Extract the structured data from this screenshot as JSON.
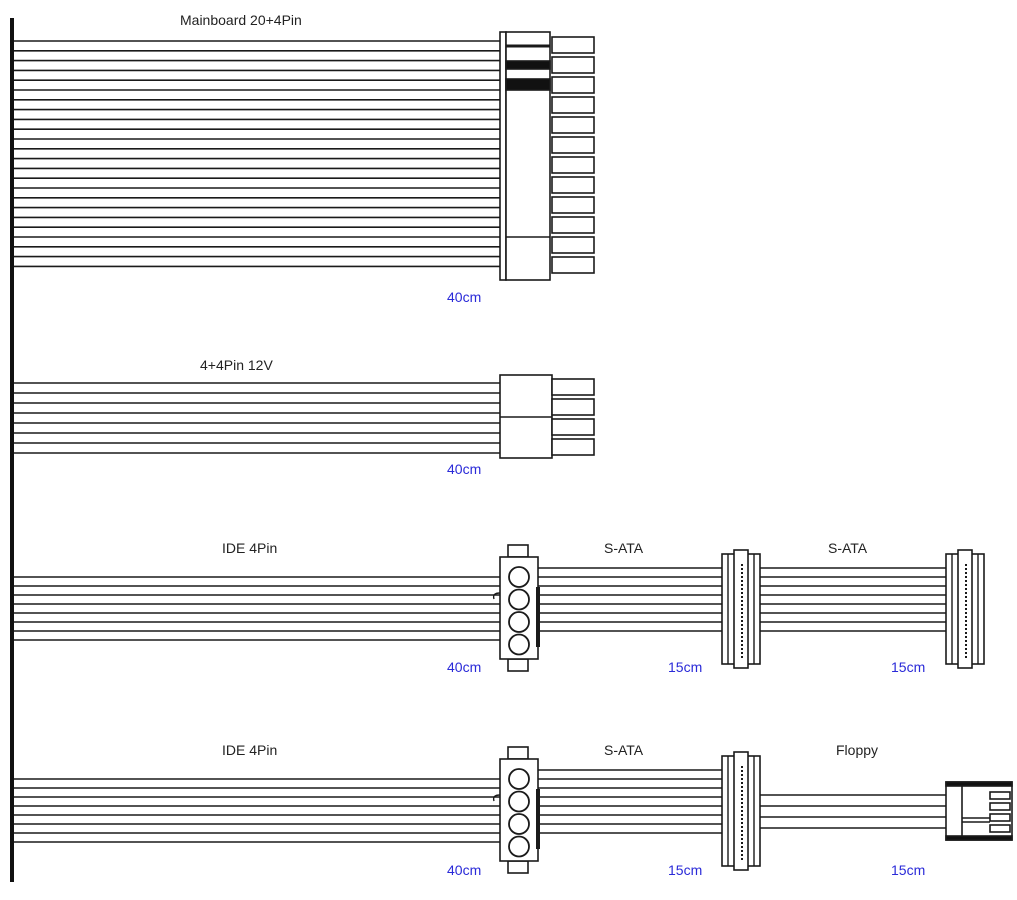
{
  "cables": [
    {
      "name": "mainboard",
      "label": "Mainboard 20+4Pin",
      "length": "40cm"
    },
    {
      "name": "cpu",
      "label": "4+4Pin 12V",
      "length": "40cm"
    },
    {
      "name": "ide-sata-sata",
      "label": "IDE 4Pin",
      "length": "40cm",
      "ext": [
        {
          "label": "S-ATA",
          "length": "15cm"
        },
        {
          "label": "S-ATA",
          "length": "15cm"
        }
      ]
    },
    {
      "name": "ide-sata-floppy",
      "label": "IDE 4Pin",
      "length": "40cm",
      "ext": [
        {
          "label": "S-ATA",
          "length": "15cm"
        },
        {
          "label": "Floppy",
          "length": "15cm"
        }
      ]
    }
  ],
  "colors": {
    "line": "#1a1a1a",
    "length_text": "#2a2ad8"
  }
}
